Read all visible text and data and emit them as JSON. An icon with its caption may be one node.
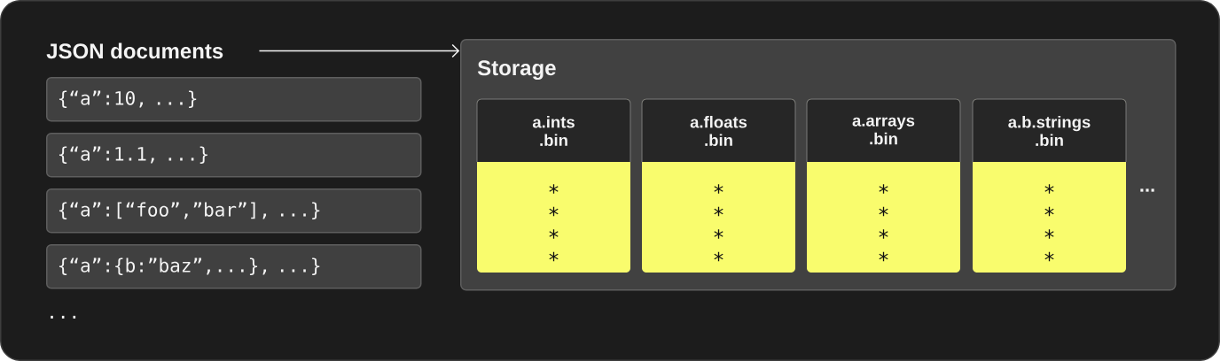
{
  "diagram": {
    "nodes": [
      {
        "text": [
          "JSON documents"
        ]
      },
      {
        "text": [
          "{“a”:10, ...}"
        ]
      },
      {
        "text": [
          "{“a”:1.1, ...}"
        ]
      },
      {
        "text": [
          "{“a”:[“foo”,”bar”], ...}"
        ]
      },
      {
        "text": [
          "{“a”:{b:”baz”,...}, ...}"
        ]
      },
      {
        "text": [
          "Storage"
        ]
      },
      {
        "text": [
          "a.ints .bin",
          "* * * *"
        ],
        "in": 5
      },
      {
        "text": [
          "a.floats .bin",
          "* * * *"
        ],
        "in": 5
      },
      {
        "text": [
          "a.arrays .bin",
          "* * * *"
        ],
        "in": 5
      },
      {
        "text": [
          "a.b.strings .bin",
          "* * * *"
        ],
        "in": 5
      }
    ],
    "edges": [
      {
        "from": 0,
        "to": 5,
        "arrow": "to"
      }
    ],
    "labels": [
      "...",
      "..."
    ]
  }
}
